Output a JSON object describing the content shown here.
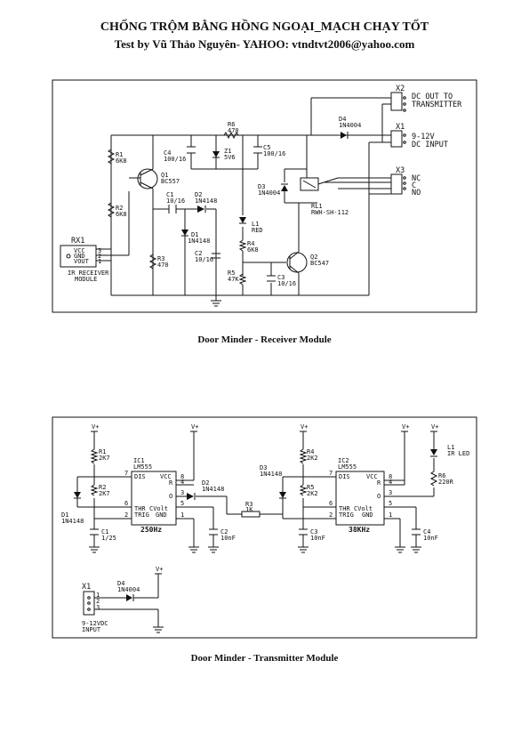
{
  "header": {
    "title": "CHỐNG TRỘM BẰNG HỒNG NGOẠI_MẠCH CHẠY TỐT",
    "subtitle": "Test by Vũ Thảo Nguyên- YAHOO: vtndtvt2006@yahoo.com"
  },
  "receiver": {
    "caption": "Door Minder - Receiver Module",
    "labels": {
      "rx1": "RX1",
      "rx1_desc_1": "IR RECEIVER",
      "rx1_desc_2": "MODULE",
      "pin_vcc": "VCC",
      "pin_gnd": "GND",
      "pin_vout": "VOUT",
      "pin1": "1",
      "pin2": "2",
      "pin3": "3",
      "r1": "R1",
      "r1v": "6K8",
      "r2": "R2",
      "r2v": "6K8",
      "r3": "R3",
      "r3v": "470",
      "r4": "R4",
      "r4v": "6K8",
      "r5": "R5",
      "r5v": "47K",
      "r6": "R6",
      "r6v": "470",
      "q1": "Q1",
      "q1v": "BC557",
      "q2": "Q2",
      "q2v": "BC547",
      "c1": "C1",
      "c1v": "10/16",
      "c2": "C2",
      "c2v": "10/16",
      "c3": "C3",
      "c3v": "10/16",
      "c4": "C4",
      "c4v": "100/16",
      "c5": "C5",
      "c5v": "100/16",
      "d1": "D1",
      "d1v": "1N4148",
      "d2": "D2",
      "d2v": "1N4148",
      "d3": "D3",
      "d3v": "1N4004",
      "d4": "D4",
      "d4v": "1N4004",
      "z1": "Z1",
      "z1v": "5V6",
      "l1": "L1",
      "l1v": "RED",
      "rl1": "RL1",
      "rl1v": "RWH-SH-112",
      "x1": "X1",
      "x1a": "9-12V",
      "x1b": "DC INPUT",
      "x2": "X2",
      "x2a": "DC OUT TO",
      "x2b": "TRANSMITTER",
      "x3": "X3",
      "nc": "NC",
      "c": "C",
      "no": "NO"
    }
  },
  "transmitter": {
    "caption": "Door Minder - Transmitter Module",
    "labels": {
      "vplus": "V+",
      "r1": "R1",
      "r1v": "2K7",
      "r2": "R2",
      "r2v": "2K7",
      "r3": "R3",
      "r3v": "1K",
      "r4": "R4",
      "r4v": "2K2",
      "r5": "R5",
      "r5v": "2K2",
      "r6": "R6",
      "r6v": "220R",
      "ic1": "IC1",
      "ic2": "IC2",
      "lm555": "LM555",
      "dis": "DIS",
      "vcc": "VCC",
      "r": "R",
      "o": "O",
      "thr": "THR",
      "cvolt": "CVolt",
      "trig": "TRIG",
      "gnd": "GND",
      "p8": "8",
      "p4": "4",
      "p7": "7",
      "p3": "3",
      "p6": "6",
      "p2": "2",
      "p5": "5",
      "p1": "1",
      "f1": "250Hz",
      "f2": "38KHz",
      "c1": "C1",
      "c1v": "1/25",
      "c2": "C2",
      "c2v": "10nF",
      "c3": "C3",
      "c3v": "10nF",
      "c4": "C4",
      "c4v": "10nF",
      "d1": "D1",
      "d1v": "1N4148",
      "d2": "D2",
      "d2v": "1N4148",
      "d3": "D3",
      "d3v": "1N4148",
      "d4": "D4",
      "d4v": "1N4004",
      "l1": "L1",
      "l1v": "IR LED",
      "x1": "X1",
      "x1a": "9-12VDC",
      "x1b": "INPUT"
    }
  }
}
